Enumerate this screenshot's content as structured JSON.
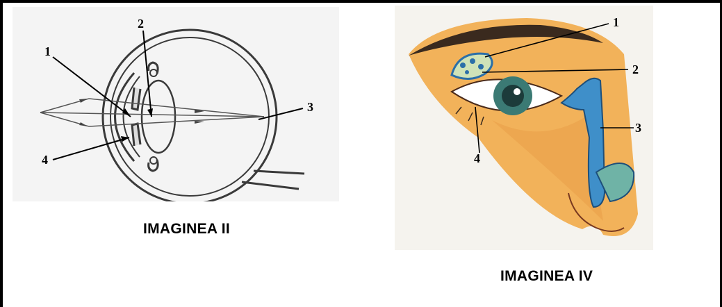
{
  "figures": [
    {
      "caption": "IMAGINEA II",
      "labels": [
        "1",
        "2",
        "3",
        "4"
      ]
    },
    {
      "caption": "IMAGINEA IV",
      "labels": [
        "1",
        "2",
        "3",
        "4"
      ]
    }
  ],
  "colors": {
    "border": "#000000",
    "skin": "#f2b25a",
    "lacrimal_duct": "#3f8fc9",
    "iris": "#3b7a74"
  }
}
